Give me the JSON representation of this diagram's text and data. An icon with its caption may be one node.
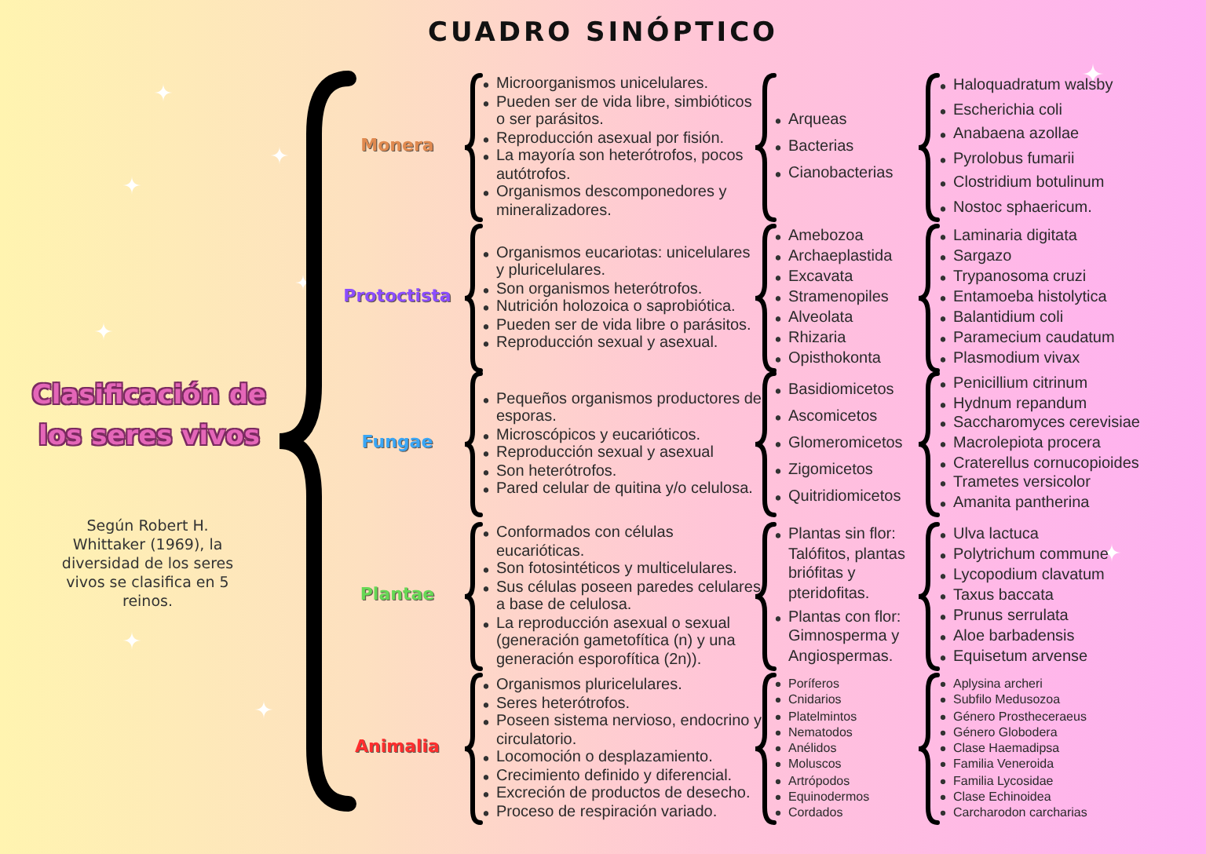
{
  "diagram": {
    "title": "CUADRO SINÓPTICO",
    "labels": [
      "Clasificación de los seres vivos",
      "Según Robert H. Whittaker (1969), la diversidad de los seres vivos se clasifica en 5 reinos.",
      "Monera",
      "Microorganismos unicelulares.",
      "Pueden ser de vida libre, simbióticos o ser parásitos.",
      "Reproducción asexual por fisión.",
      "La mayoría son heterótrofos, pocos autótrofos.",
      "Organismos descomponedores y mineralizadores.",
      "Arqueas",
      "Bacterias",
      "Cianobacterias",
      "Haloquadratum walsby",
      "Escherichia coli",
      "Anabaena azollae",
      "Pyrolobus fumarii",
      "Clostridium botulinum",
      "Nostoc sphaericum.",
      "Protoctista",
      "Organismos eucariotas: unicelulares y pluricelulares.",
      "Son organismos heterótrofos.",
      "Nutrición holozoica o saprobiótica.",
      "Pueden ser de vida libre o parásitos.",
      "Reproducción sexual y asexual.",
      "Amebozoa",
      "Archaeplastida",
      "Excavata",
      "Stramenopiles",
      "Alveolata",
      "Rhizaria",
      "Opisthokonta",
      "Laminaria digitata",
      "Sargazo",
      "Trypanosoma cruzi",
      "Entamoeba histolytica",
      "Balantidium coli",
      "Paramecium caudatum",
      "Plasmodium vivax",
      "Fungae",
      "Pequeños organismos productores de esporas.",
      "Microscópicos y eucarióticos.",
      "Reproducción sexual y asexual",
      "Son heterótrofos.",
      "Pared celular de quitina y/o celulosa.",
      "Basidiomicetos",
      "Ascomicetos",
      "Glomeromicetos",
      "Zigomicetos",
      "Quitridiomicetos",
      "Penicillium citrinum",
      "Hydnum repandum",
      "Saccharomyces cerevisiae",
      "Macrolepiota procera",
      "Craterellus cornucopioides",
      "Trametes versicolor",
      "Amanita pantherina",
      "Plantae",
      "Conformados con células eucarióticas.",
      "Son fotosintéticos y multicelulares.",
      "Sus células poseen paredes celulares a base de celulosa.",
      "La reproducción asexual o sexual (generación gametofítica (n) y una generación esporofítica (2n)).",
      "Plantas sin flor: Talófitos, plantas briófitas y pteridofitas.",
      "Plantas con flor: Gimnosperma y Angiospermas.",
      "Ulva lactuca",
      "Polytrichum commune",
      "Lycopodium clavatum",
      "Taxus baccata",
      "Prunus serrulata",
      "Aloe barbadensis",
      "Equisetum arvense",
      "Animalia",
      "Organismos pluricelulares.",
      "Seres heterótrofos.",
      "Poseen sistema nervioso, endocrino y circulatorio.",
      "Locomoción o desplazamiento.",
      "Crecimiento definido y diferencial.",
      "Excreción de productos de desecho.",
      "Proceso de respiración variado.",
      "Poríferos",
      "Cnidarios",
      "Platelmintos",
      "Nematodos",
      "Anélidos",
      "Moluscos",
      "Artrópodos",
      "Equinodermos",
      "Cordados",
      "Aplysina archeri",
      "Subfilo Medusozoa",
      "Género Prostheceraeus",
      "Género Globodera",
      "Clase Haemadipsa",
      "Familia Veneroida",
      "Familia Lycosidae",
      "Clase Echinoidea",
      "Carcharodon carcharias"
    ]
  }
}
